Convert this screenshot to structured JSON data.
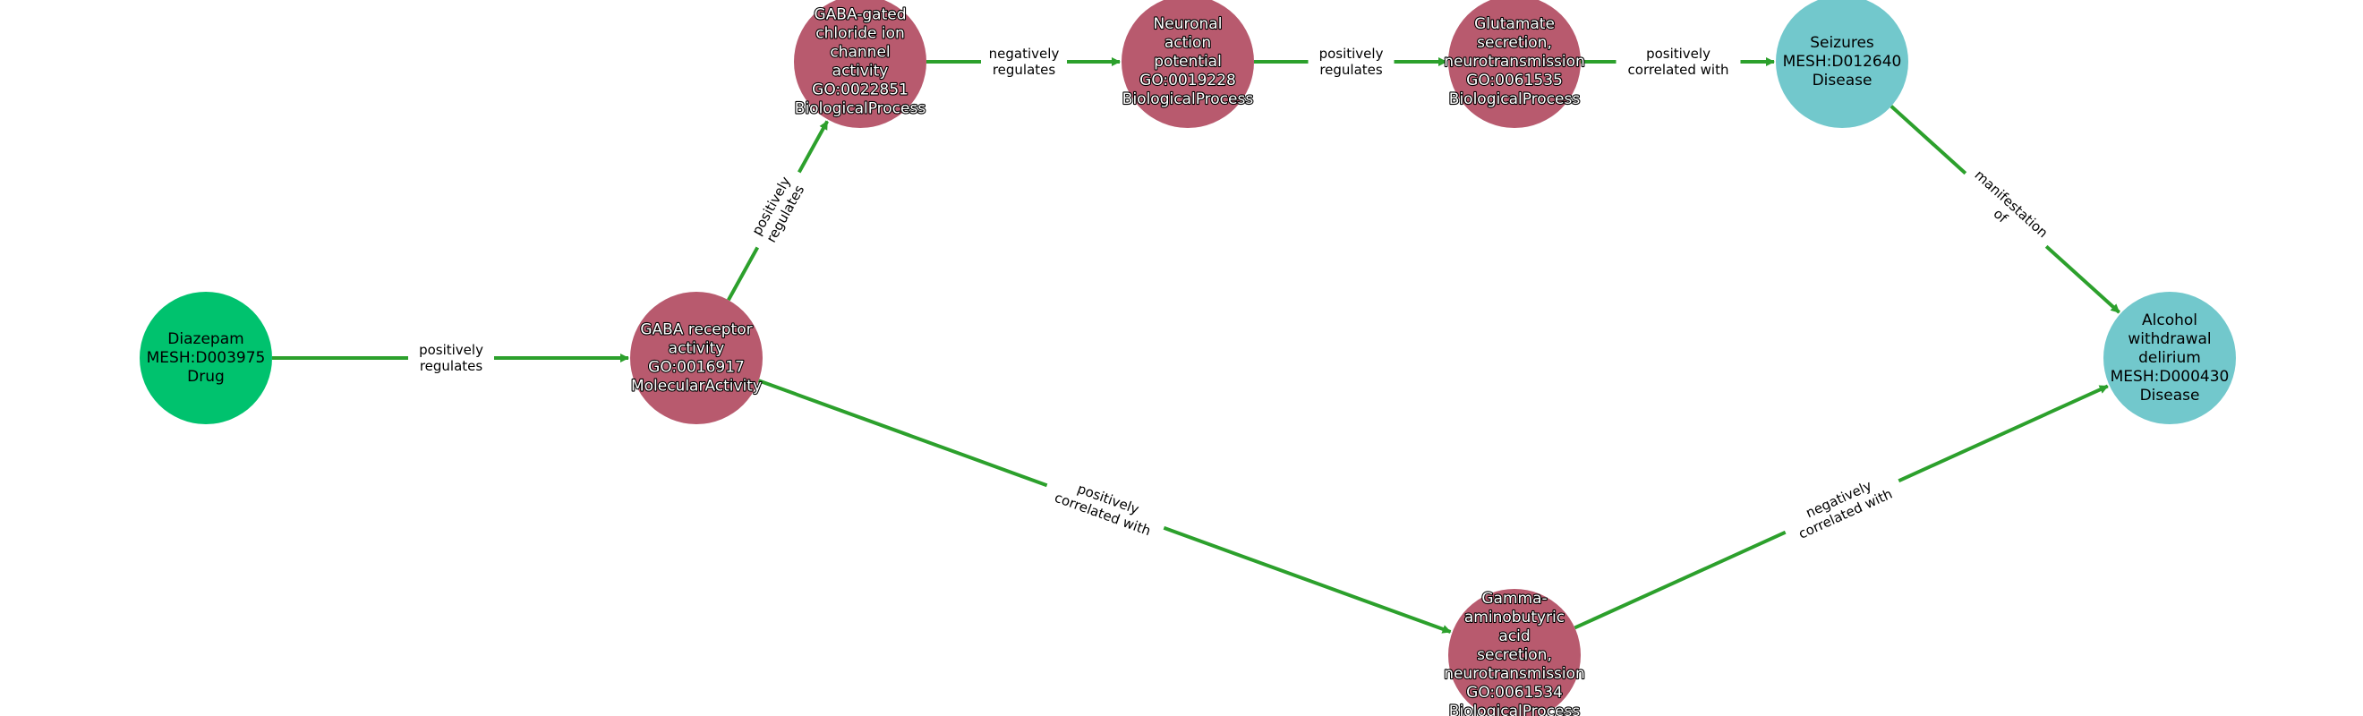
{
  "colors": {
    "drug": "#00c26e",
    "process": "#b85a6e",
    "disease": "#72c8cc",
    "edge": "#2ca02c"
  },
  "nodes": [
    {
      "id": "n0",
      "name": "node-diazepam",
      "kind": "drug",
      "lines": [
        "Diazepam",
        "MESH:D003975",
        "Drug"
      ]
    },
    {
      "id": "n1",
      "name": "node-gaba-receptor-activity",
      "kind": "process",
      "lines": [
        "GABA receptor",
        "activity",
        "GO:0016917",
        "MolecularActivity"
      ]
    },
    {
      "id": "n2",
      "name": "node-gaba-gated-chloride-channel",
      "kind": "process",
      "lines": [
        "GABA-gated",
        "chloride ion",
        "channel",
        "activity",
        "GO:0022851",
        "BiologicalProcess"
      ]
    },
    {
      "id": "n3",
      "name": "node-neuronal-action-potential",
      "kind": "process",
      "lines": [
        "Neuronal",
        "action",
        "potential",
        "GO:0019228",
        "BiologicalProcess"
      ]
    },
    {
      "id": "n4",
      "name": "node-glutamate-secretion",
      "kind": "process",
      "lines": [
        "Glutamate",
        "secretion,",
        "neurotransmission",
        "GO:0061535",
        "BiologicalProcess"
      ]
    },
    {
      "id": "n5",
      "name": "node-seizures",
      "kind": "disease",
      "lines": [
        "Seizures",
        "MESH:D012640",
        "Disease"
      ]
    },
    {
      "id": "n6",
      "name": "node-alcohol-withdrawal-delirium",
      "kind": "disease",
      "lines": [
        "Alcohol",
        "withdrawal",
        "delirium",
        "MESH:D000430",
        "Disease"
      ]
    },
    {
      "id": "n7",
      "name": "node-gaba-secretion",
      "kind": "process",
      "lines": [
        "Gamma-",
        "aminobutyric",
        "acid",
        "secretion,",
        "neurotransmission",
        "GO:0061534",
        "BiologicalProcess"
      ]
    }
  ],
  "edges": [
    {
      "from": "n0",
      "to": "n1",
      "lines": [
        "positively",
        "regulates"
      ]
    },
    {
      "from": "n1",
      "to": "n2",
      "lines": [
        "positively",
        "regulates"
      ]
    },
    {
      "from": "n2",
      "to": "n3",
      "lines": [
        "negatively",
        "regulates"
      ]
    },
    {
      "from": "n3",
      "to": "n4",
      "lines": [
        "positively",
        "regulates"
      ]
    },
    {
      "from": "n4",
      "to": "n5",
      "lines": [
        "positively",
        "correlated with"
      ]
    },
    {
      "from": "n5",
      "to": "n6",
      "lines": [
        "manifestation",
        "of"
      ]
    },
    {
      "from": "n1",
      "to": "n7",
      "lines": [
        "positively",
        "correlated with"
      ]
    },
    {
      "from": "n7",
      "to": "n6",
      "lines": [
        "negatively",
        "correlated with"
      ]
    }
  ]
}
